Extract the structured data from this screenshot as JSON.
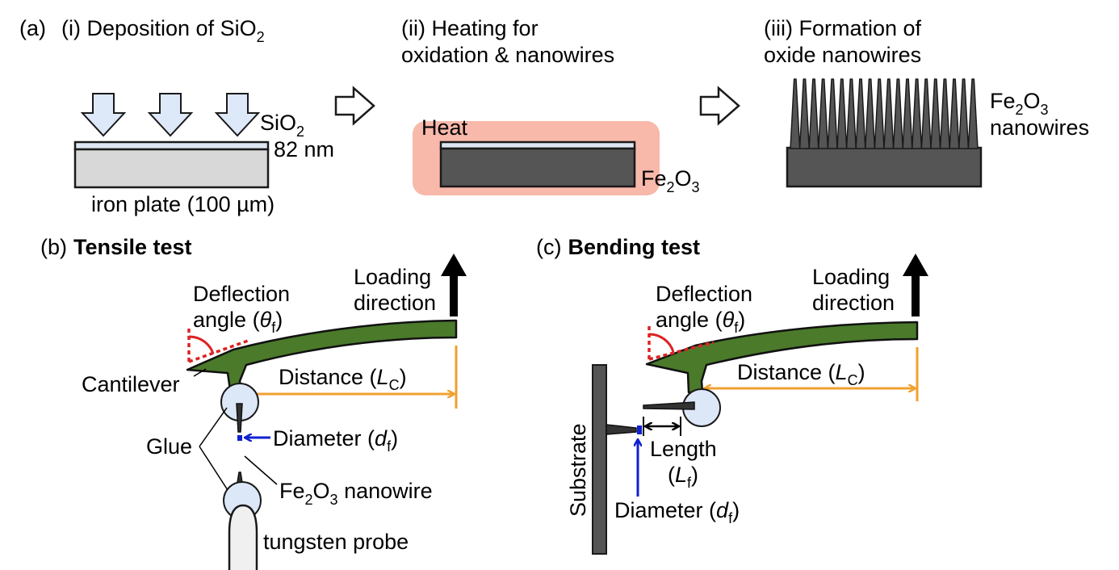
{
  "panel_a": {
    "label": "(a)",
    "step1": {
      "title": "(i) Deposition of SiO",
      "title_sub": "2",
      "layer_name": "SiO",
      "layer_sub": "2",
      "thickness": "82 nm",
      "plate": "iron plate (100 µm)"
    },
    "step2": {
      "title_line1": "(ii) Heating for",
      "title_line2": "oxidation & nanowires",
      "heat": "Heat",
      "oxide": "Fe",
      "oxide_sub1": "2",
      "oxide_o": "O",
      "oxide_sub2": "3"
    },
    "step3": {
      "title_line1": "(iii) Formation of",
      "title_line2": "oxide nanowires",
      "nw_fe": "Fe",
      "nw_sub1": "2",
      "nw_o": "O",
      "nw_sub2": "3",
      "nw_line2": "nanowires"
    }
  },
  "panel_b": {
    "label": "(b)",
    "title": "Tensile test",
    "loading_line1": "Loading",
    "loading_line2": "direction",
    "deflection_line1": "Deflection",
    "angle_prefix": "angle (",
    "theta": "θ",
    "theta_sub": "f",
    "close": ")",
    "cantilever": "Cantilever",
    "distance_prefix": "Distance (",
    "distance_var": "L",
    "distance_sub": "C",
    "diameter_prefix": "Diameter (",
    "diameter_var": "d",
    "diameter_sub": "f",
    "glue": "Glue",
    "nanowire_fe": "Fe",
    "nanowire_sub1": "2",
    "nanowire_o": "O",
    "nanowire_sub2": "3",
    "nanowire_rest": " nanowire",
    "probe": "tungsten probe"
  },
  "panel_c": {
    "label": "(c)",
    "title": "Bending test",
    "loading_line1": "Loading",
    "loading_line2": "direction",
    "deflection_line1": "Deflection",
    "angle_prefix": "angle (",
    "theta": "θ",
    "theta_sub": "f",
    "close": ")",
    "distance_prefix": "Distance (",
    "distance_var": "L",
    "distance_sub": "C",
    "length_line1": "Length",
    "length_open": "(",
    "length_var": "L",
    "length_sub": "f",
    "substrate": "Substrate",
    "diameter_prefix": "Diameter (",
    "diameter_var": "d",
    "diameter_sub": "f"
  },
  "colors": {
    "cantilever": "#4a7a2a",
    "heat": "#f8b8aa",
    "arrow_fill": "#dde8f8",
    "oxide": "#555555",
    "distance": "#f0a030",
    "angle": "#dd2222",
    "diameter": "#1020d0",
    "glue": "#dce8f8",
    "plate": "#d8d8d8",
    "sio2": "#dde6f2"
  }
}
